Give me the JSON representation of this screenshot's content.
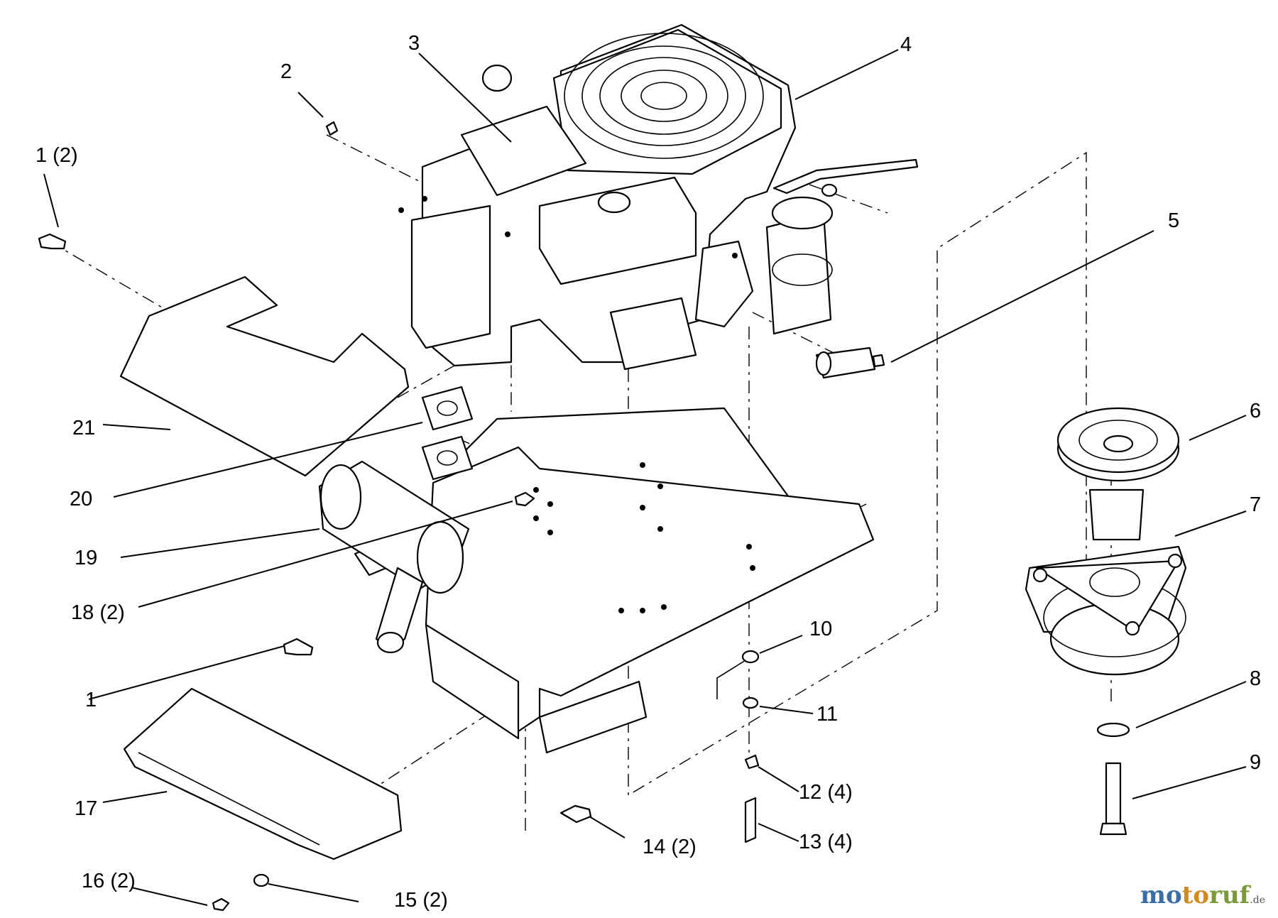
{
  "callouts": [
    {
      "id": "1a",
      "label": "1 (2)"
    },
    {
      "id": "2",
      "label": "2"
    },
    {
      "id": "3",
      "label": "3"
    },
    {
      "id": "4",
      "label": "4"
    },
    {
      "id": "5",
      "label": "5"
    },
    {
      "id": "6",
      "label": "6"
    },
    {
      "id": "7",
      "label": "7"
    },
    {
      "id": "8",
      "label": "8"
    },
    {
      "id": "9",
      "label": "9"
    },
    {
      "id": "10",
      "label": "10"
    },
    {
      "id": "11",
      "label": "11"
    },
    {
      "id": "12",
      "label": "12 (4)"
    },
    {
      "id": "13",
      "label": "13 (4)"
    },
    {
      "id": "14",
      "label": "14 (2)"
    },
    {
      "id": "15",
      "label": "15 (2)"
    },
    {
      "id": "16",
      "label": "16 (2)"
    },
    {
      "id": "17",
      "label": "17"
    },
    {
      "id": "18",
      "label": "18 (2)"
    },
    {
      "id": "19",
      "label": "19"
    },
    {
      "id": "20",
      "label": "20"
    },
    {
      "id": "21",
      "label": "21"
    },
    {
      "id": "1b",
      "label": "1"
    }
  ],
  "logo": {
    "part1": "mo",
    "part2": "to",
    "part3": "ruf",
    "tld": ".de"
  }
}
